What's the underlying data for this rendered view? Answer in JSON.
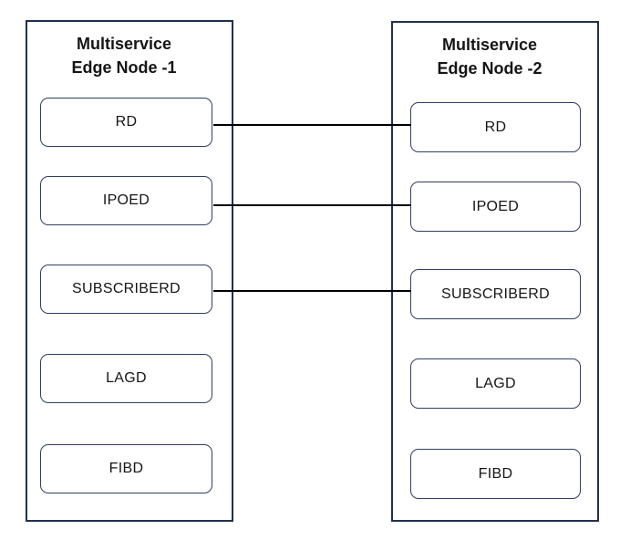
{
  "diagram": {
    "background_color": "#ffffff",
    "node_border_color": "#20304e",
    "module_border_color": "#2e3f63",
    "connector_color": "#000000",
    "nodes": [
      {
        "id": "node-1",
        "title_line1": "Multiservice",
        "title_line2": "Edge Node -1",
        "modules": [
          {
            "label": "RD"
          },
          {
            "label": "IPOED"
          },
          {
            "label": "SUBSCRIBERD"
          },
          {
            "label": "LAGD"
          },
          {
            "label": "FIBD"
          }
        ]
      },
      {
        "id": "node-2",
        "title_line1": "Multiservice",
        "title_line2": "Edge Node -2",
        "modules": [
          {
            "label": "RD"
          },
          {
            "label": "IPOED"
          },
          {
            "label": "SUBSCRIBERD"
          },
          {
            "label": "LAGD"
          },
          {
            "label": "FIBD"
          }
        ]
      }
    ],
    "connections": [
      {
        "from": "node-1:RD",
        "to": "node-2:RD"
      },
      {
        "from": "node-1:IPOED",
        "to": "node-2:IPOED"
      },
      {
        "from": "node-1:SUBSCRIBERD",
        "to": "node-2:SUBSCRIBERD"
      }
    ]
  }
}
